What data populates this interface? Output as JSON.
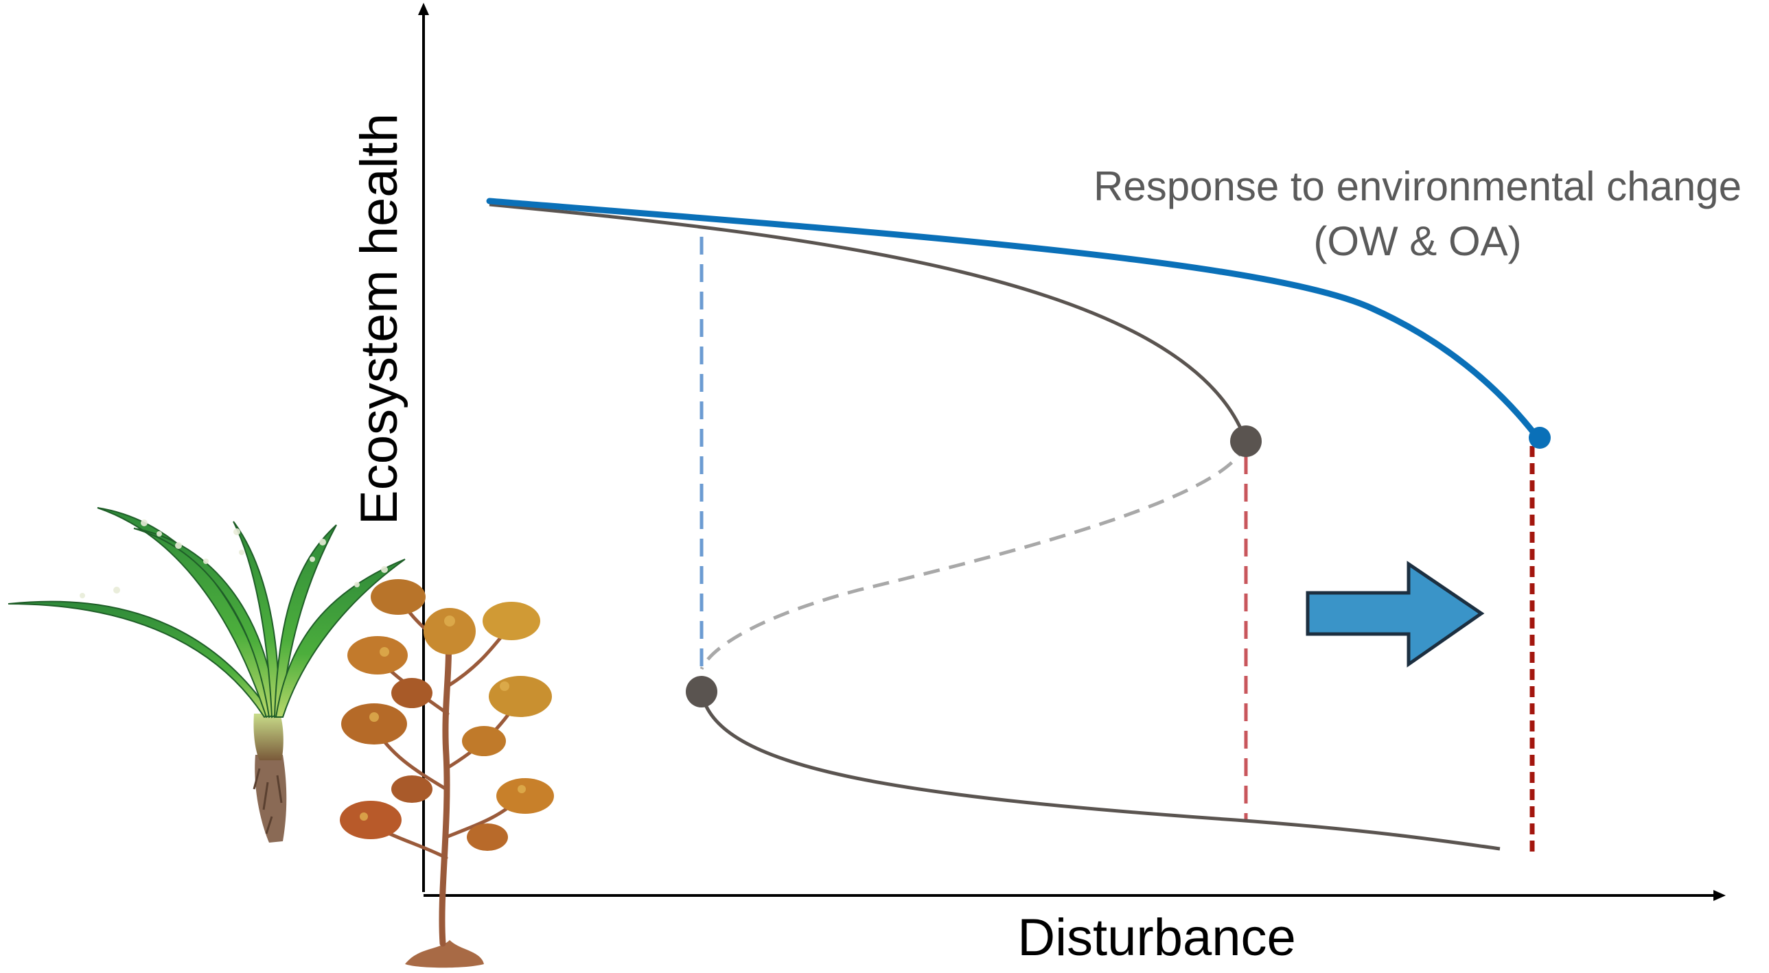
{
  "axes": {
    "x_label": "Disturbance",
    "y_label": "Ecosystem health"
  },
  "annotation": {
    "line1": "Response to environmental change",
    "line2": "(OW & OA)"
  },
  "colors": {
    "axis": "#000000",
    "hysteresis_curve": "#5a5450",
    "unstable_branch": "#a8a8a8",
    "response_curve": "#0a70b8",
    "recovery_threshold": "#6b9bd2",
    "collapse_threshold": "#c8565c",
    "shifted_threshold": "#a3160e",
    "shift_arrow": "#3a94c8",
    "label_text": "#5a5a5a"
  },
  "illustrations": {
    "seagrass": "seagrass-illustration",
    "seaweed": "seaweed-illustration"
  }
}
